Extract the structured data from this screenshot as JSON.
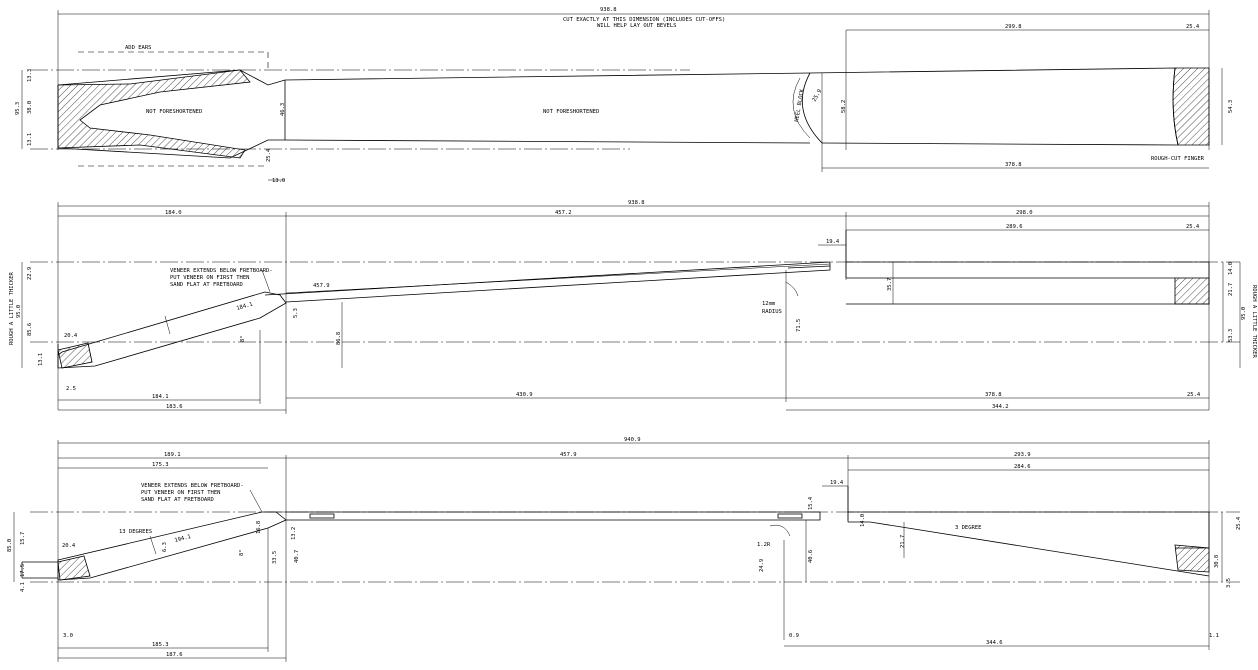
{
  "top_view": {
    "overall": "938.8",
    "overall_note_1": "CUT EXACTLY AT THIS DIMENSION (INCLUDES CUT-OFFS)",
    "overall_note_2": "WILL HELP LAY OUT BEVELS",
    "add_ears": "ADD EARS",
    "not_foreshortened_1": "NOT FORESHORTENED",
    "not_foreshortened_2": "NOT FORESHORTENED",
    "heel_block": "HEEL BLOCK",
    "heel_radius": "25.9",
    "heel_width": "58.2",
    "dim_299": "299.8",
    "dim_25_4": "25.4",
    "dim_378": "378.8",
    "left_95": "95.3",
    "left_13_top": "13.3",
    "left_38": "38.0",
    "left_13_bot": "13.1",
    "neck_46": "46.3",
    "neck_25": "25.4",
    "neck_13": "13.0",
    "right_54": "54.3",
    "rough_cut_finger": "ROUGH-CUT FINGER"
  },
  "side_view": {
    "overall": "938.8",
    "d1": "184.0",
    "d2": "457.2",
    "d3": "298.0",
    "d4": "289.6",
    "d5": "25.4",
    "d6": "19.4",
    "veneer_1": "VENEER EXTENDS BELOW FRETBOARD-",
    "veneer_2": "PUT VENEER ON FIRST THEN",
    "veneer_3": "SAND FLAT AT FRETBOARD",
    "fret_457": "457.9",
    "rough_left": "ROUGH A LITTLE THICKER",
    "rough_right": "ROUGH A LITTLE THICKER",
    "l_95": "95.0",
    "l_85": "85.6",
    "l_22": "22.9",
    "l_12": "13.1",
    "ang_20": "20.4",
    "dim_184_1": "184.1",
    "ang_8": "8°",
    "d_5_3": "5.3",
    "d_86": "86.8",
    "d_71": "71.5",
    "radius_12": "12mm",
    "radius_label": "RADIUS",
    "d_35": "35.7",
    "r_14": "14.0",
    "r_21": "21.7",
    "r_95": "95.0",
    "r_53": "53.3",
    "b_184": "184.1",
    "b_183": "183.6",
    "b_430": "430.9",
    "b_378": "378.8",
    "b_344": "344.2",
    "b_25": "25.4",
    "b_2_5": "2.5"
  },
  "bottom_view": {
    "overall": "940.9",
    "d1": "189.1",
    "d2": "457.9",
    "d3": "293.9",
    "d4": "175.3",
    "d5": "284.6",
    "d6": "19.4",
    "veneer_1": "VENEER EXTENDS BELOW FRETBOARD-",
    "veneer_2": "PUT VENEER ON FIRST THEN",
    "veneer_3": "SAND FLAT AT FRETBOARD",
    "degrees_13": "13 DEGREES",
    "degree_3": "3 DEGREE",
    "l_85": "85.0",
    "l_15": "15.7",
    "l_17": "17.5",
    "l_4": "4.1",
    "ang_20": "20.4",
    "ang_6": "6.3",
    "dim_194": "194.1",
    "ang_8": "8°",
    "d_16": "16.8",
    "d_13": "13.2",
    "d_33": "33.5",
    "d_40": "40.7",
    "d_15_4": "15.4",
    "d_14": "14.0",
    "d_21": "21.7",
    "d_24": "24.9",
    "d_40b": "40.6",
    "radius_1": "1.2R",
    "r_25": "25.4",
    "r_30": "30.8",
    "r_3_5": "3.5",
    "b_3": "3.0",
    "b_185": "185.3",
    "b_187": "187.6",
    "b_0": "0.9",
    "b_344": "344.6",
    "b_1": "1.1"
  }
}
